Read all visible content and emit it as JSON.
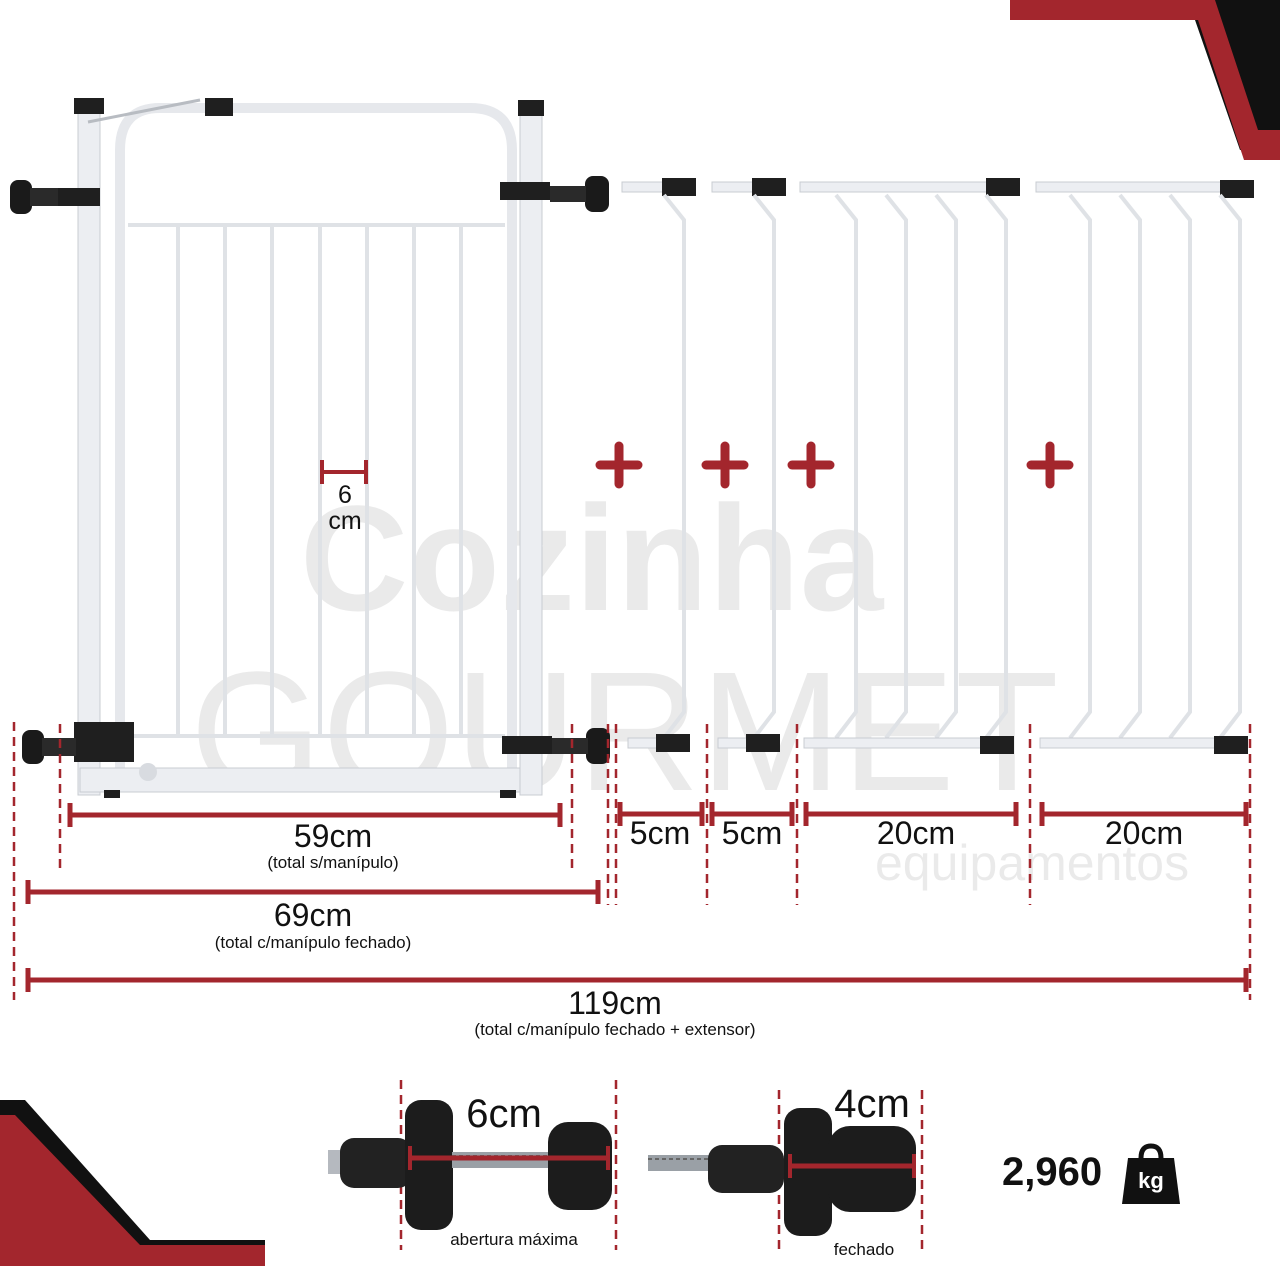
{
  "watermark": {
    "line1": "Cozinha",
    "line2": "GOURMET",
    "line3": "equipamentos"
  },
  "bar_spacing": {
    "value": "6",
    "unit": "cm"
  },
  "extensions": [
    {
      "label": "5cm"
    },
    {
      "label": "5cm"
    },
    {
      "label": "20cm"
    },
    {
      "label": "20cm"
    }
  ],
  "dimensions": {
    "no_handle": {
      "value": "59cm",
      "note": "(total s/manípulo)"
    },
    "handle_closed": {
      "value": "69cm",
      "note": "(total c/manípulo fechado)"
    },
    "total_extended": {
      "value": "119cm",
      "note": "(total c/manípulo fechado + extensor)"
    }
  },
  "handle": {
    "open": {
      "value": "6cm",
      "caption": "abertura máxima"
    },
    "closed": {
      "value": "4cm",
      "caption": "fechado"
    }
  },
  "weight": {
    "value": "2,960",
    "unit": "kg"
  },
  "colors": {
    "accent": "#a3262d",
    "dark": "#1f1f1f",
    "frame": "#eceef2"
  }
}
